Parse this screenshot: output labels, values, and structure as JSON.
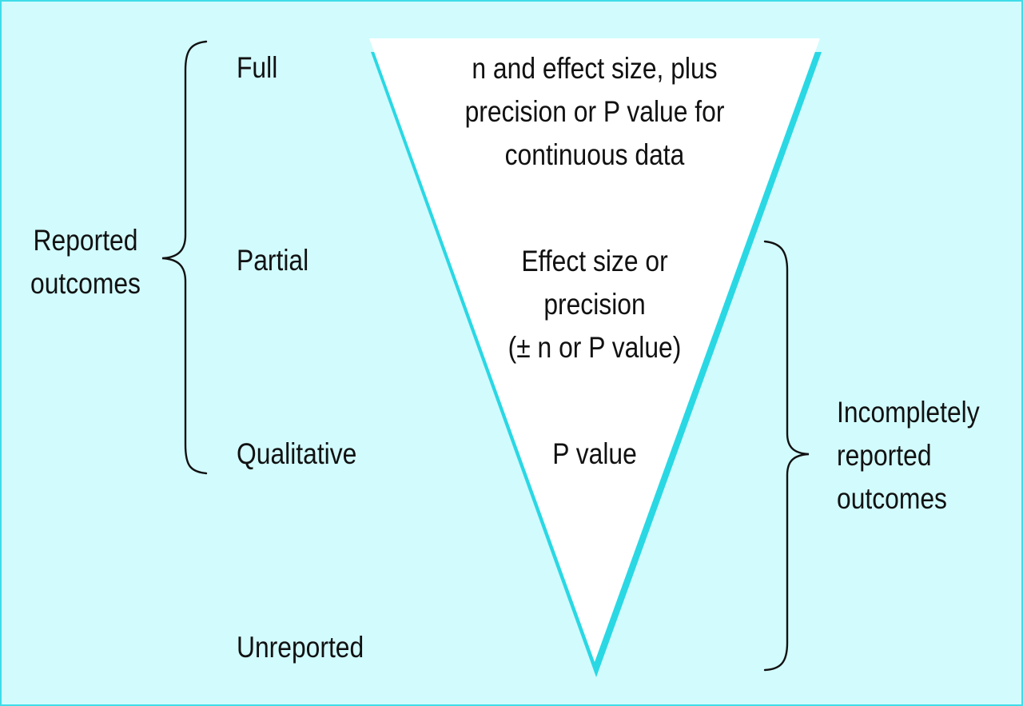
{
  "diagram": {
    "levels": {
      "full": "Full",
      "partial": "Partial",
      "qualitative": "Qualitative",
      "unreported": "Unreported"
    },
    "triangle": {
      "full_lines": [
        "n and effect size, plus",
        "precision or P value for",
        "continuous data"
      ],
      "partial_lines": [
        "Effect size or",
        "precision",
        "(± n or P value)"
      ],
      "qualitative_lines": [
        "P value"
      ]
    },
    "left_bracket_lines": [
      "Reported",
      "outcomes"
    ],
    "right_bracket_lines": [
      "Incompletely",
      "reported",
      "outcomes"
    ],
    "colors": {
      "background": "#d2fbfd",
      "border": "#3fdde8",
      "triangle_fill": "#ffffff",
      "triangle_shadow": "#2ad8e4",
      "text": "#111111"
    }
  }
}
